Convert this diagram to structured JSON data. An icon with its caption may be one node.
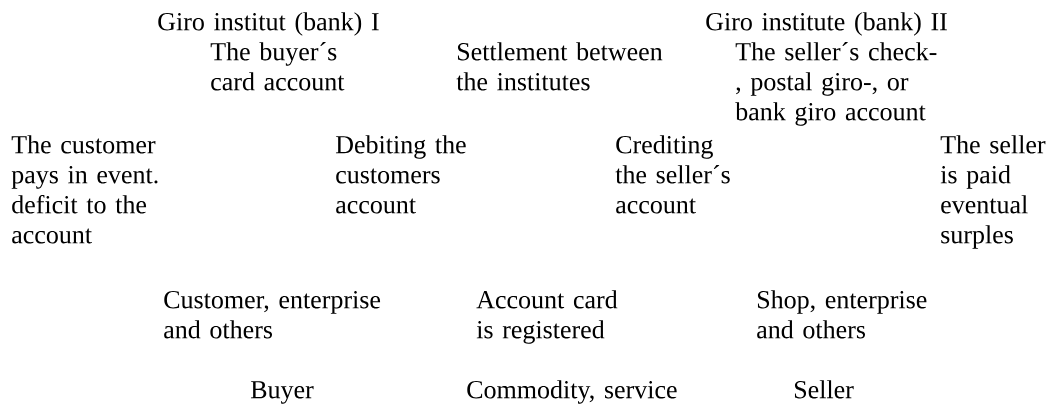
{
  "diagram": {
    "labels": [
      "Giro institut (bank) I",
      "The buyer´s card account",
      "Settlement between the institutes",
      "Giro institute (bank) II",
      "The seller´s check-, postal giro-, or bank giro account",
      "The customer pays in event. deficit to the account",
      "Debiting the customers account",
      "Crediting the seller´s account",
      "The seller is paid eventual surples",
      "Customer, enterprise and others",
      "Account card is registered",
      "Shop, enterprise and others",
      "Buyer",
      "Commodity, service",
      "Seller"
    ]
  }
}
